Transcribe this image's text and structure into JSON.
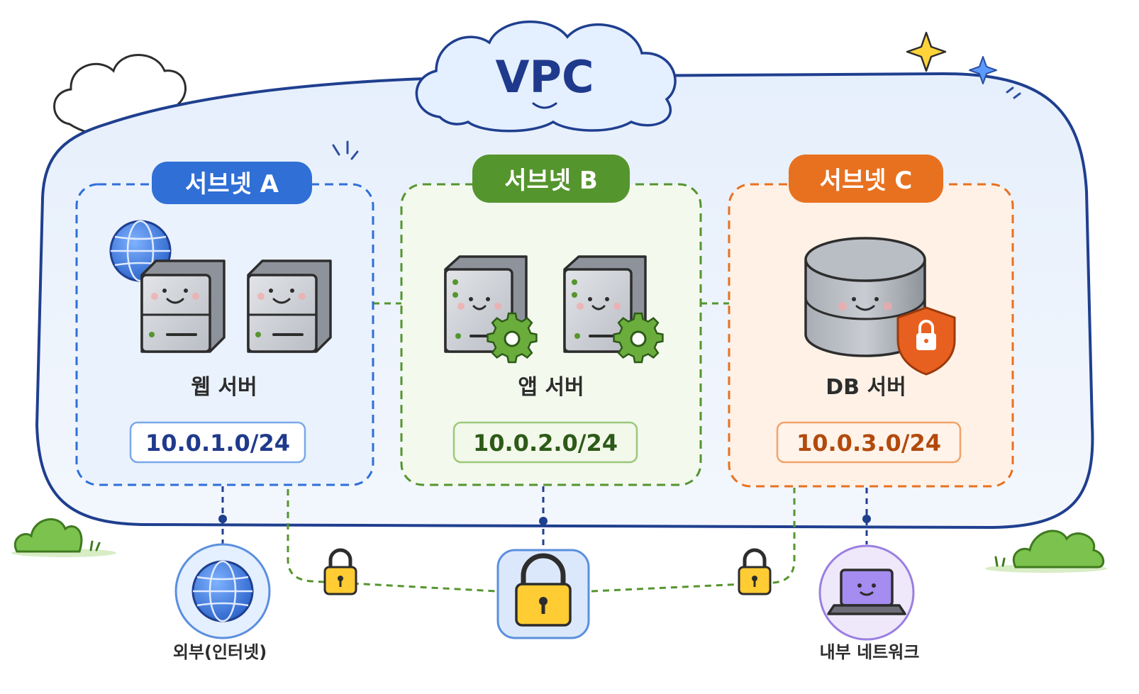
{
  "vpc": {
    "title": "VPC"
  },
  "subnets": [
    {
      "name": "서브넷 A",
      "server": "웹 서버",
      "cidr": "10.0.1.0/24",
      "color": "#2f6fd6",
      "bg": "#eaf2fd",
      "cidr_bg": "#ffffff"
    },
    {
      "name": "서브넷 B",
      "server": "앱 서버",
      "cidr": "10.0.2.0/24",
      "color": "#55952e",
      "bg": "#f4f9ee",
      "cidr_bg": "#f2f8ea"
    },
    {
      "name": "서브넷 C",
      "server": "DB 서버",
      "cidr": "10.0.3.0/24",
      "color": "#e8711f",
      "bg": "#fff1e6",
      "cidr_bg": "#fff3ea"
    }
  ],
  "nodes": {
    "internet": "외부(인터넷)",
    "internal": "내부 네트워크"
  },
  "icons": [
    "globe-icon",
    "server-icon",
    "gear-icon",
    "database-icon",
    "shield-lock-icon",
    "padlock-icon",
    "laptop-icon",
    "cloud-icon",
    "sparkle-icon",
    "bush-icon"
  ]
}
